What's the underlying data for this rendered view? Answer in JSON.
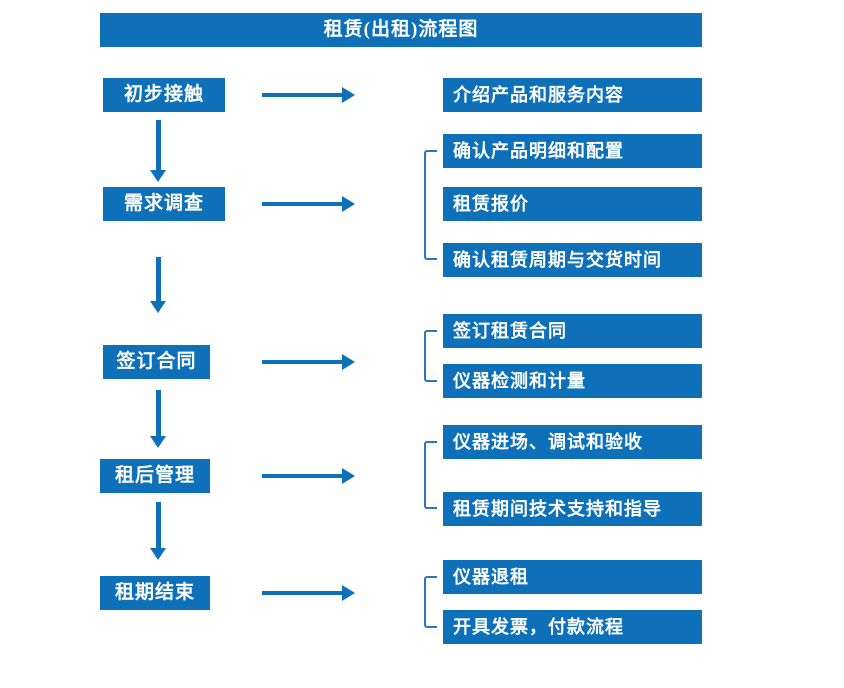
{
  "title": "租赁(出租)流程图",
  "colors": {
    "primary": "#0d70b8",
    "bracket": "#2e75b6",
    "text": "#ffffff",
    "background": "#ffffff"
  },
  "steps": [
    {
      "label": "初步接触",
      "details": [
        "介绍产品和服务内容"
      ]
    },
    {
      "label": "需求调查",
      "details": [
        "确认产品明细和配置",
        "租赁报价",
        "确认租赁周期与交货时间"
      ]
    },
    {
      "label": "签订合同",
      "details": [
        "签订租赁合同",
        "仪器检测和计量"
      ]
    },
    {
      "label": "租后管理",
      "details": [
        "仪器进场、调试和验收",
        "租赁期间技术支持和指导"
      ]
    },
    {
      "label": "租期结束",
      "details": [
        "仪器退租",
        "开具发票，付款流程"
      ]
    }
  ]
}
